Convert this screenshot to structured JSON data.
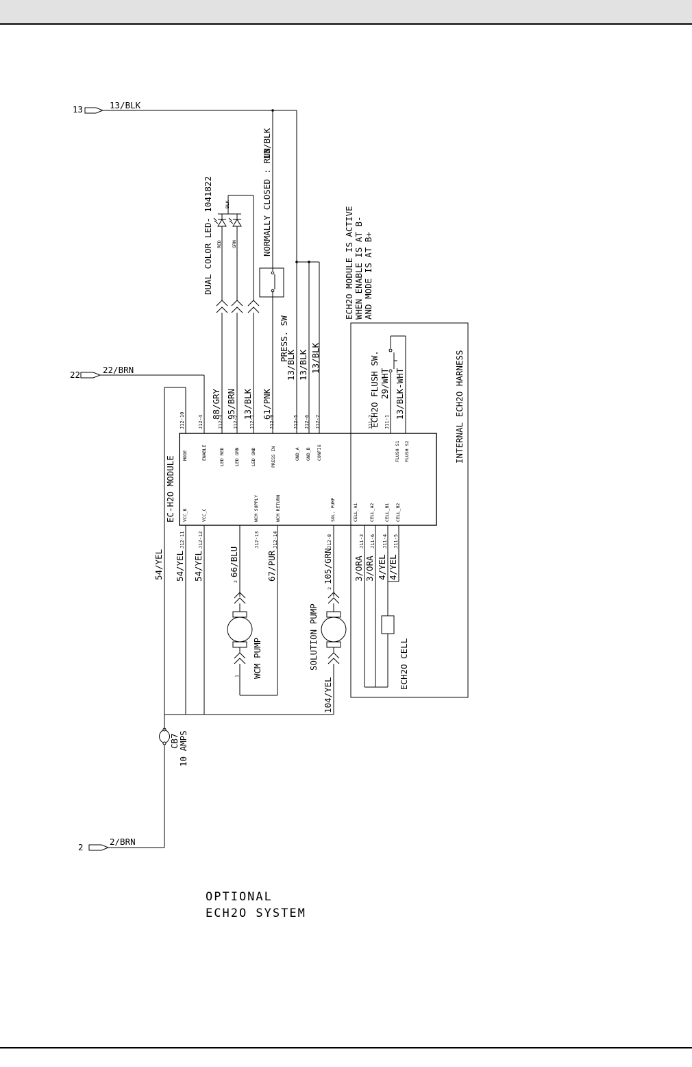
{
  "connectors": {
    "c13": "13",
    "c22": "22",
    "c2": "2"
  },
  "wires": {
    "w13_blk": "13/BLK",
    "w22_brn": "22/BRN",
    "w2_brn": "2/BRN",
    "w13_blk_vert": "13/BLK",
    "w54_yel_left": "54/YEL",
    "w88_gry": "88/GRY",
    "w95_brn": "95/BRN",
    "w13_blk_led": "13/BLK",
    "w61_pnk": "61/PNK",
    "w13_blk_a": "13/BLK",
    "w13_blk_b": "13/BLK",
    "w54_yel_1": "54/YEL",
    "w54_yel_2": "54/YEL",
    "w66_blu": "66/BLU",
    "w67_pur": "67/PUR",
    "w105_grn": "105/GRN",
    "w104_yel": "104/YEL",
    "w3_ora_1": "3/ORA",
    "w3_ora_2": "3/ORA",
    "w4_yel_1": "4/YEL",
    "w4_yel_2": "4/YEL",
    "w29_wht": "29/WHT",
    "w13_blk_wht": "13/BLK-WHT"
  },
  "pins": {
    "j12_10": "J12-10",
    "j12_4": "J12-4",
    "j12_3": "J12-3",
    "j12_2": "J12-2",
    "j12_1": "J12-1",
    "j12_9": "J12-9",
    "j12_5": "J12-5",
    "j12_6": "J12-6",
    "j12_7": "J12-7",
    "j12_11": "J12-11",
    "j12_12": "J12-12",
    "j12_13": "J12-13",
    "j12_14": "J12-14",
    "j12_8": "J12-8",
    "j11_3": "J11-3",
    "j11_6": "J11-6",
    "j11_4": "J11-4",
    "j11_5": "J11-5",
    "j11_2": "J11-2",
    "j11_1": "J11-1"
  },
  "module_pins": {
    "mode": "MODE",
    "enable": "ENABLE",
    "led_red": "LED RED",
    "led_grn": "LED GRN",
    "led_gnd": "LED GND",
    "press_in": "PRESS IN",
    "gnd_a": "GND_A",
    "gnd_b": "GND_B",
    "config": "CONFIG",
    "flush_s1": "FLUSH S1",
    "flush_s2": "FLUSH S2",
    "vcc_b": "VCC_B",
    "vcc_c": "VCC_C",
    "wcm_supply": "WCM SUPPLY",
    "wcm_return": "WCM RETURN",
    "sol_pump": "SOL. PUMP",
    "cell_a1": "CELL_A1",
    "cell_a2": "CELL_A2",
    "cell_b1": "CELL_B1",
    "cell_b2": "CELL_B2"
  },
  "labels": {
    "module": "EC-H2O MODULE",
    "dual_led": "DUAL COLOR LED- 1041822",
    "normally_closed": "NORMALLY CLOSED : RUN",
    "press_sw": "PRESS. SW",
    "note_line1": "ECH2O MODULE IS ACTIVE",
    "note_line2": "WHEN ENABLE IS AT B-",
    "note_line3": "AND MODE IS AT B+",
    "flush_sw": "ECH2O FLUSH SW.",
    "harness": "INTERNAL ECH2O HARNESS",
    "wcm_pump": "WCM PUMP",
    "solution_pump": "SOLUTION PUMP",
    "ech2o_cell": "ECH2O CELL",
    "cb7": "CB7",
    "amps": "10 AMPS",
    "led_red": "RED",
    "led_grn": "GRN",
    "led_blk": "BLK",
    "mark_2a": "2",
    "mark_2b": "2",
    "mark_1": "1"
  },
  "title": {
    "line1": "OPTIONAL",
    "line2": "ECH2O SYSTEM"
  }
}
